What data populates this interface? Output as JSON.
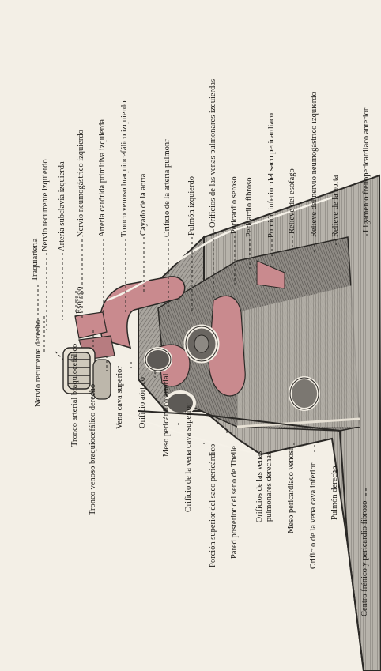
{
  "colors": {
    "paper": "#f3efe6",
    "ink": "#1c1a17",
    "pericardium_red": "#c98a8e",
    "tissue_gray": "#9a9690",
    "tissue_dark": "#5d5a56"
  },
  "labels_left": [
    {
      "id": "esofago",
      "text": "Esófago"
    },
    {
      "id": "nervio-recurrente-derecho",
      "text": "Nervio recurrente derecho"
    },
    {
      "id": "tronco-arterial-braquiocefalico",
      "text": "Tronco arterial braquiocefálico"
    },
    {
      "id": "tronco-venoso-braquiocefalico-derecho",
      "text": "Tronco venoso braquiocefálico derecho"
    },
    {
      "id": "vena-cava-superior",
      "text": "Vena cava superior"
    },
    {
      "id": "orificio-aortico",
      "text": "Orificio aórtico"
    },
    {
      "id": "meso-pericardico-arterial",
      "text": "Meso pericárdico arterial"
    },
    {
      "id": "orificio-vena-cava-superior",
      "text": "Orificio de la vena cava superior"
    },
    {
      "id": "porcion-superior-saco",
      "text": "Porción superior del saco pericárdico"
    },
    {
      "id": "pared-posterior-seno-theile",
      "text": "Pared posterior del seno de Theile"
    },
    {
      "id": "orificios-venas-pulmonares-derechas",
      "text": "Orificios de las venas pulmonares derechas"
    },
    {
      "id": "meso-pericardiaco-venoso",
      "text": "Meso pericardiaco venoso"
    },
    {
      "id": "orificio-vena-cava-inferior",
      "text": "Orificio de la vena cava inferior"
    },
    {
      "id": "pulmon-derecho",
      "text": "Pulmón derecho"
    },
    {
      "id": "centro-frenico",
      "text": "Centro frénico y pericardio fibroso"
    }
  ],
  "labels_right": [
    {
      "id": "traquearteria",
      "text": "Traquiarteria"
    },
    {
      "id": "nervio-recurrente-izquierdo",
      "text": "Nervio recurrente izquierdo"
    },
    {
      "id": "arteria-subclavia-izquierda",
      "text": "Arteria subclavia izquierda"
    },
    {
      "id": "nervio-neumogastrico-izquierdo",
      "text": "Nervio neumogástrico izquierdo"
    },
    {
      "id": "arteria-carotida-primitiva-izquierda",
      "text": "Arteria carótida primitiva izquierda"
    },
    {
      "id": "tronco-venoso-braquiocefalico-izquierdo",
      "text": "Tronco venoso braquiocefálico izquierdo"
    },
    {
      "id": "cayado-aorta",
      "text": "Cayado de la aorta"
    },
    {
      "id": "orificio-arteria-pulmonar",
      "text": "Orificio de la arteria pulmonr"
    },
    {
      "id": "pulmon-izquierdo",
      "text": "Pulmón izquierdo"
    },
    {
      "id": "orificios-venas-pulmonares-izquierdas",
      "text": "Orificios de las venas pulmonares izquierdas"
    },
    {
      "id": "pericardio-seroso",
      "text": "Pericardio seroso"
    },
    {
      "id": "pericardio-fibroso",
      "text": "Pericardio fibroso"
    },
    {
      "id": "porcion-inferior-saco",
      "text": "Porción inferior del saco pericardiaco"
    },
    {
      "id": "relieve-esofago",
      "text": "Relieve del esófago"
    },
    {
      "id": "relieve-nervio-neumogastrico",
      "text": "Relieve del nervio neumogástrico izquierdo"
    },
    {
      "id": "relieve-aorta",
      "text": "Relieve de la aorta"
    },
    {
      "id": "ligamento-frenopericardiaco",
      "text": "Ligamento frenopericardiaco anterior"
    }
  ]
}
